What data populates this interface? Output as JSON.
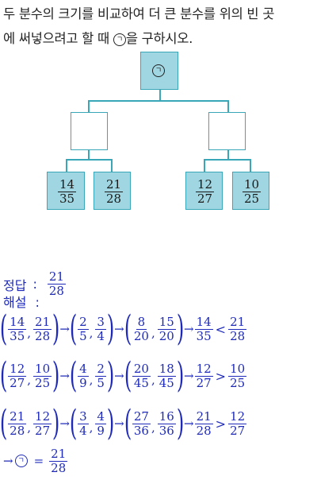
{
  "question": {
    "line1": "두 분수의 크기를 비교하여 더 큰 분수를 위의 빈 곳",
    "line2_pre": "에 써넣으려고 할 때 ",
    "symbol": "ㄱ",
    "line2_post": "을 구하시오."
  },
  "tree": {
    "root_symbol": "ㄱ",
    "leaves": [
      {
        "n": "14",
        "d": "35"
      },
      {
        "n": "21",
        "d": "28"
      },
      {
        "n": "12",
        "d": "27"
      },
      {
        "n": "10",
        "d": "25"
      }
    ]
  },
  "answer": {
    "label": "정답",
    "colon": ":",
    "n": "21",
    "d": "28"
  },
  "explanation": {
    "label": "해설",
    "colon": ":",
    "rows": [
      {
        "pair1": [
          {
            "n": "14",
            "d": "35"
          },
          {
            "n": "21",
            "d": "28"
          }
        ],
        "pair2": [
          {
            "n": "2",
            "d": "5"
          },
          {
            "n": "3",
            "d": "4"
          }
        ],
        "pair3": [
          {
            "n": "8",
            "d": "20"
          },
          {
            "n": "15",
            "d": "20"
          }
        ],
        "result_left": {
          "n": "14",
          "d": "35"
        },
        "rel": "<",
        "result_right": {
          "n": "21",
          "d": "28"
        }
      },
      {
        "pair1": [
          {
            "n": "12",
            "d": "27"
          },
          {
            "n": "10",
            "d": "25"
          }
        ],
        "pair2": [
          {
            "n": "4",
            "d": "9"
          },
          {
            "n": "2",
            "d": "5"
          }
        ],
        "pair3": [
          {
            "n": "20",
            "d": "45"
          },
          {
            "n": "18",
            "d": "45"
          }
        ],
        "result_left": {
          "n": "12",
          "d": "27"
        },
        "rel": ">",
        "result_right": {
          "n": "10",
          "d": "25"
        }
      },
      {
        "pair1": [
          {
            "n": "21",
            "d": "28"
          },
          {
            "n": "12",
            "d": "27"
          }
        ],
        "pair2": [
          {
            "n": "3",
            "d": "4"
          },
          {
            "n": "4",
            "d": "9"
          }
        ],
        "pair3": [
          {
            "n": "27",
            "d": "36"
          },
          {
            "n": "16",
            "d": "36"
          }
        ],
        "result_left": {
          "n": "21",
          "d": "28"
        },
        "rel": ">",
        "result_right": {
          "n": "12",
          "d": "27"
        }
      }
    ],
    "final": {
      "arrow": "→",
      "symbol": "ㄱ",
      "eq": "=",
      "n": "21",
      "d": "28"
    }
  },
  "colors": {
    "box_fill": "#9fd6e2",
    "box_border": "#3aa7b8",
    "solution_text": "#1f2bb8"
  }
}
